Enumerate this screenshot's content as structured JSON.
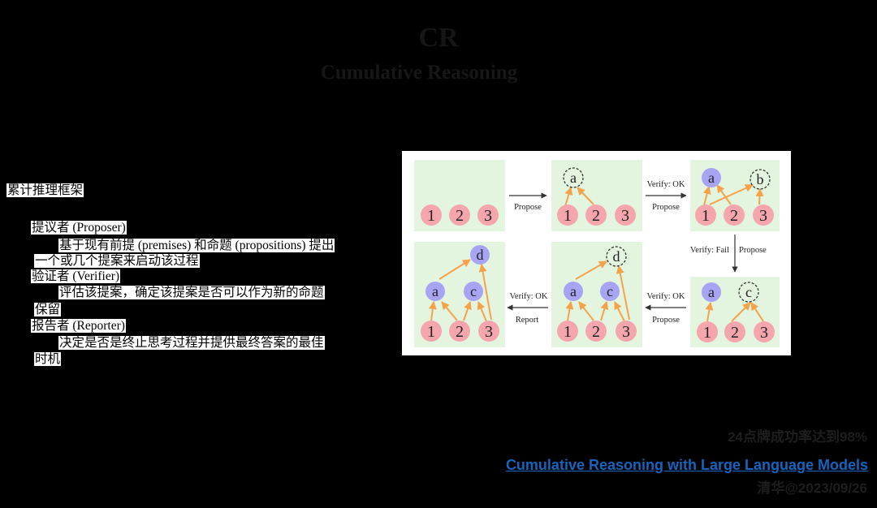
{
  "header": {
    "title": "CR",
    "subtitle": "Cumulative Reasoning"
  },
  "text_block": {
    "heading": "累计推理框架",
    "roles": [
      {
        "name": "提议者 (Proposer)",
        "desc_line1": "基于现有前提 (premises) 和命题 (propositions) 提出",
        "desc_line2": "一个或几个提案来启动该过程"
      },
      {
        "name": "验证者 (Verifier)",
        "desc_line1": "评估该提案，确定该提案是否可以作为新的命题",
        "desc_line2": "保留"
      },
      {
        "name": "报告者 (Reporter)",
        "desc_line1": "决定是否是终止思考过程并提供最终答案的最佳",
        "desc_line2": "时机"
      }
    ]
  },
  "diagram": {
    "colors": {
      "premise": "#f4a6ac",
      "proposition": "#a8a4f4",
      "panel": "#e4f5df",
      "edge": "#f5a24b"
    },
    "panels": [
      {
        "premises": [
          "1",
          "2",
          "3"
        ],
        "nodes": []
      },
      {
        "premises": [
          "1",
          "2",
          "3"
        ],
        "nodes": [
          "a"
        ]
      },
      {
        "premises": [
          "1",
          "2",
          "3"
        ],
        "nodes": [
          "a",
          "b"
        ]
      },
      {
        "premises": [
          "1",
          "2",
          "3"
        ],
        "nodes": [
          "a",
          "c",
          "d"
        ]
      },
      {
        "premises": [
          "1",
          "2",
          "3"
        ],
        "nodes": [
          "a",
          "c",
          "d"
        ]
      },
      {
        "premises": [
          "1",
          "2",
          "3"
        ],
        "nodes": [
          "a",
          "c"
        ]
      }
    ],
    "arrows": {
      "a1_bottom": "Propose",
      "a2_top": "Verify: OK",
      "a2_bottom": "Propose",
      "a3_left": "Verify: Fail",
      "a3_right": "Propose",
      "a4_top": "Verify: OK",
      "a4_bottom": "Propose",
      "a5_top": "Verify: OK",
      "a5_bottom": "Report"
    }
  },
  "footer": {
    "stat": "24点牌成功率达到98%",
    "paper_title": "Cumulative Reasoning with Large Language Models",
    "byline": "清华@2023/09/26"
  }
}
